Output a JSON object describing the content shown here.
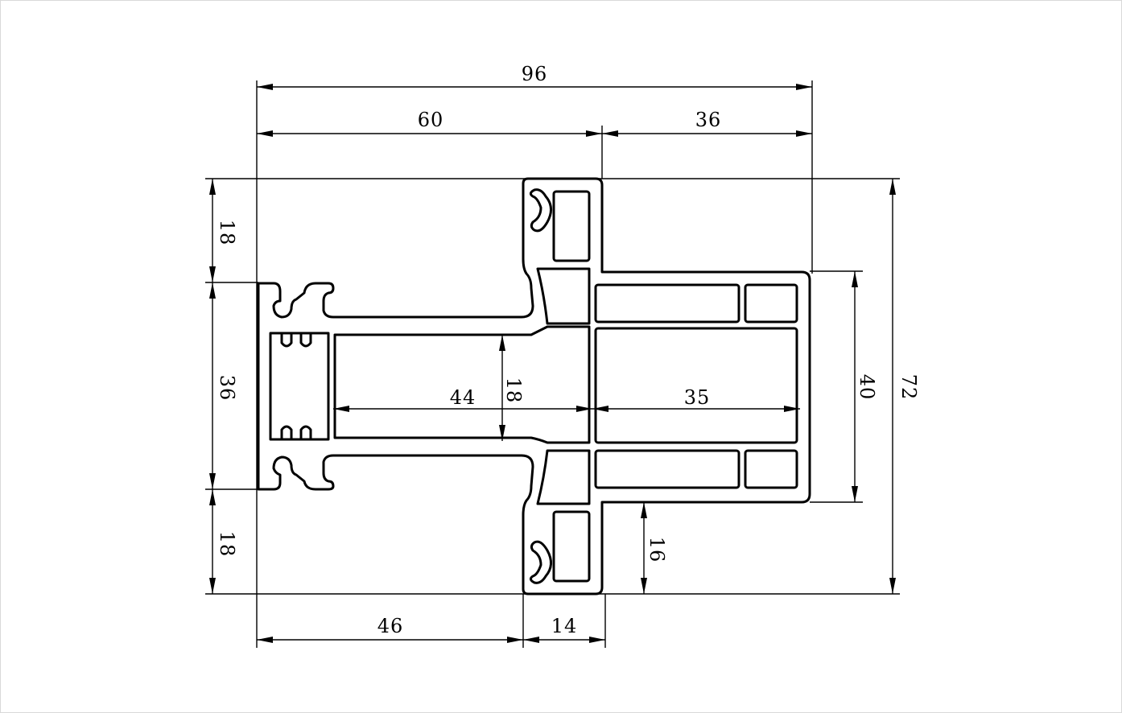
{
  "dimensions": {
    "overall_width": "96",
    "left_width": "60",
    "right_width": "36",
    "top_offset": "18",
    "core_height": "36",
    "bottom_offset": "18",
    "chamber_height": "18",
    "chamber_width": "44",
    "right_chamber_width": "35",
    "flange_height": "40",
    "overall_height": "72",
    "bottom_lip": "16",
    "bottom_left_width": "46",
    "bottom_right_width": "14"
  },
  "colors": {
    "line": "#000000",
    "background": "#ffffff",
    "border": "#d9d9d9"
  }
}
